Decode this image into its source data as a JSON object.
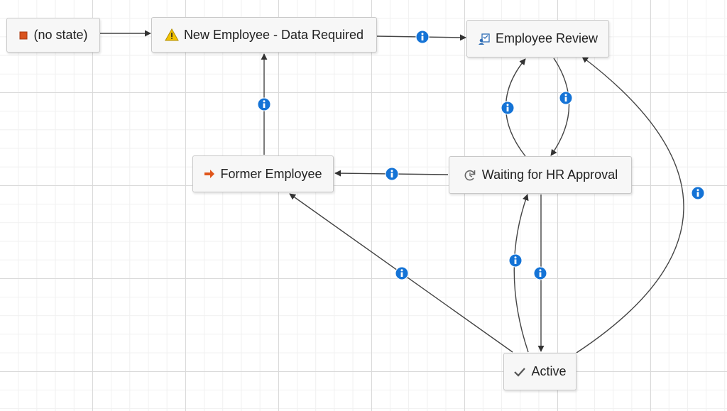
{
  "nodes": {
    "no_state": {
      "label": "(no state)",
      "icon": "stop-square-icon",
      "color": "#d9531e"
    },
    "new_employee": {
      "label": "New Employee - Data Required",
      "icon": "warning-icon",
      "color": "#f2c200"
    },
    "employee_review": {
      "label": "Employee Review",
      "icon": "review-icon",
      "color": "#2f6db5"
    },
    "former_employee": {
      "label": "Former Employee",
      "icon": "arrow-right-icon",
      "color": "#e0561b"
    },
    "waiting_hr": {
      "label": "Waiting for HR Approval",
      "icon": "refresh-icon",
      "color": "#666666"
    },
    "active": {
      "label": "Active",
      "icon": "checkmark-icon",
      "color": "#555555"
    }
  },
  "colors": {
    "edge": "#444444",
    "info_badge": "#1473d6",
    "node_bg": "#f7f7f7",
    "node_border": "#c8c8c8"
  },
  "transitions": [
    {
      "from": "no_state",
      "to": "new_employee",
      "info": false
    },
    {
      "from": "new_employee",
      "to": "employee_review",
      "info": true
    },
    {
      "from": "former_employee",
      "to": "new_employee",
      "info": true
    },
    {
      "from": "employee_review",
      "to": "waiting_hr",
      "info": true
    },
    {
      "from": "waiting_hr",
      "to": "employee_review",
      "info": true
    },
    {
      "from": "waiting_hr",
      "to": "former_employee",
      "info": true
    },
    {
      "from": "active",
      "to": "former_employee",
      "info": true
    },
    {
      "from": "active",
      "to": "waiting_hr",
      "info": true
    },
    {
      "from": "waiting_hr",
      "to": "active",
      "info": true
    },
    {
      "from": "active",
      "to": "employee_review",
      "info": true
    }
  ]
}
